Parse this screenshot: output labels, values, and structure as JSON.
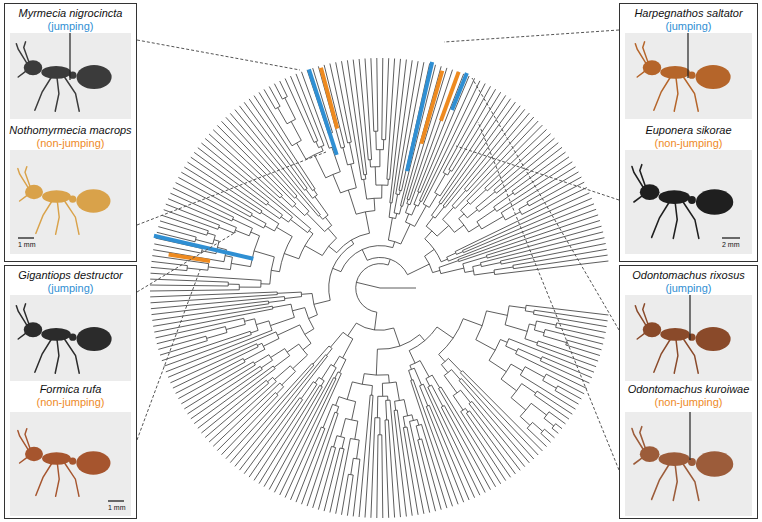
{
  "diagram": {
    "nodes": [
      {
        "text": [
          "Myrmecia nigrocincta",
          "(jumping)",
          "Nothomyrmecia macrops",
          "(non-jumping)"
        ]
      },
      {
        "text": [
          "Harpegnathos saltator",
          "(jumping)",
          "Euponera sikorae",
          "(non-jumping)"
        ]
      },
      {
        "text": [
          "Gigantiops destructor",
          "(jumping)",
          "Formica rufa",
          "(non-jumping)"
        ]
      },
      {
        "text": [
          "Odontomachus rixosus",
          "(jumping)",
          "Odontomachus kuroiwae",
          "(non-jumping)"
        ]
      }
    ],
    "labels": [
      "1 mm",
      "2 mm",
      "1 mm"
    ]
  }
}
